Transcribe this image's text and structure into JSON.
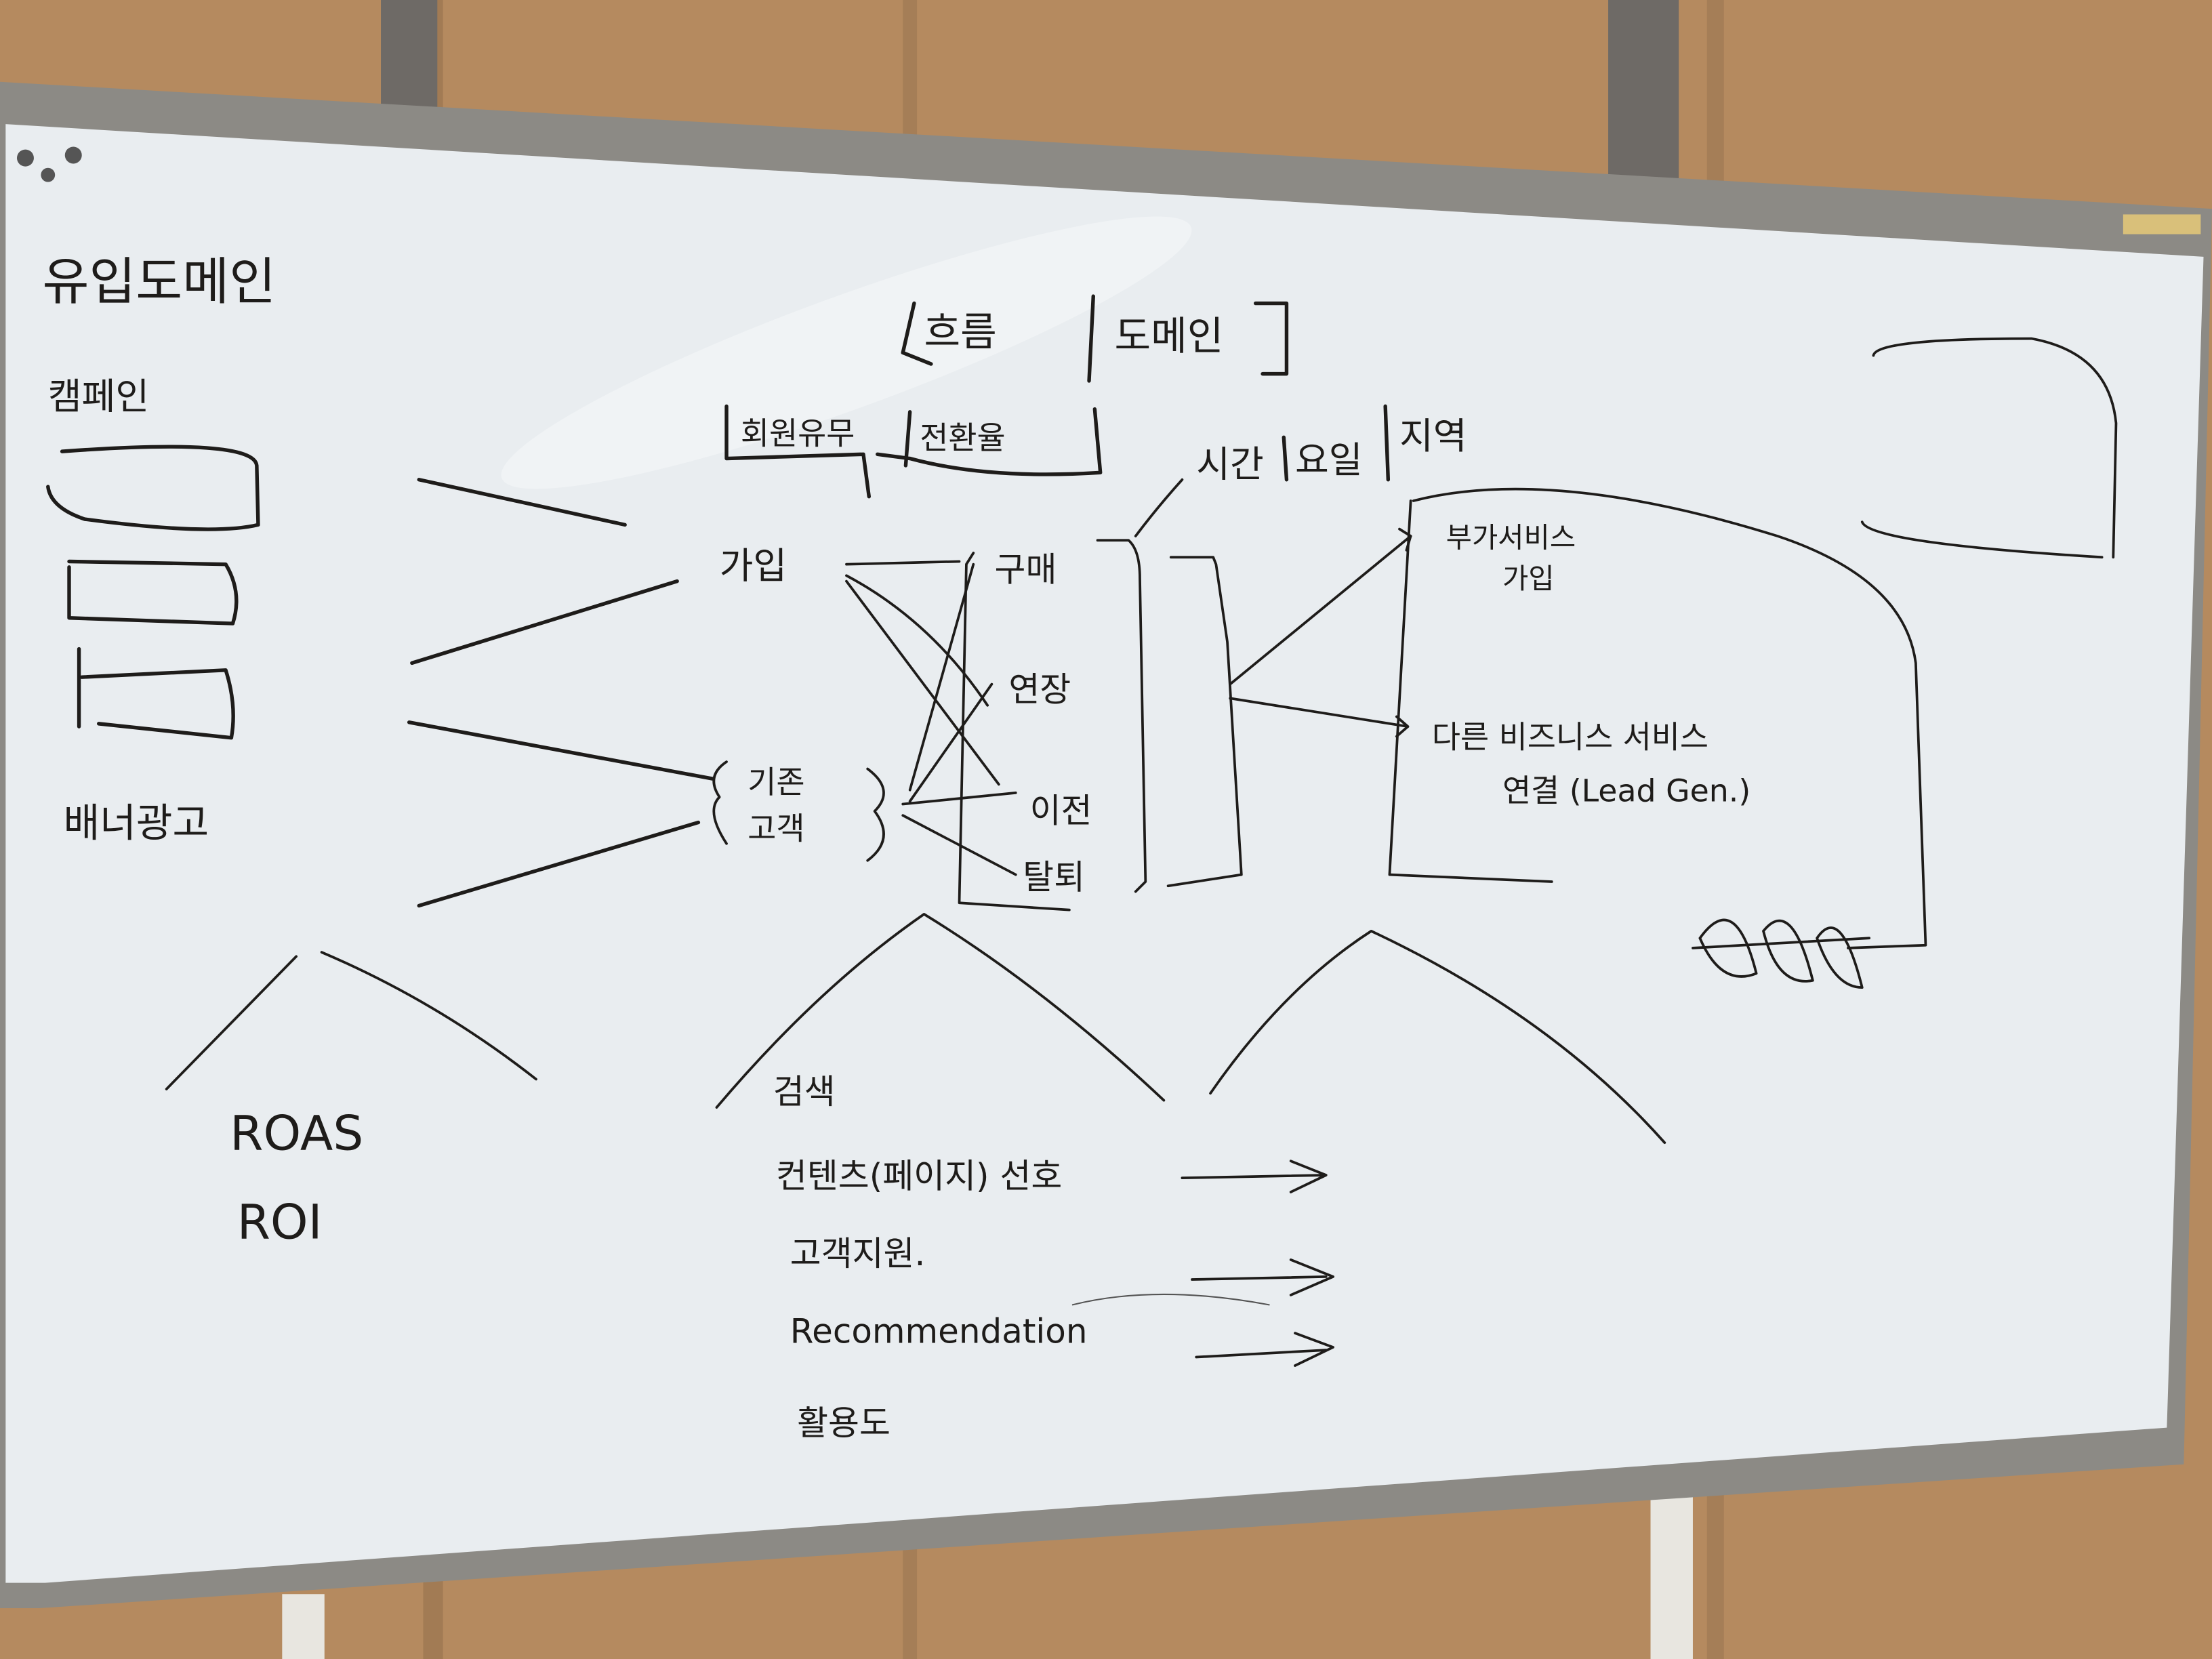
{
  "colors": {
    "wall_wood": "#b58a5f",
    "board_frame": "#8c8a85",
    "board_surface": "#e9edf0",
    "ink": "#1e1c1a"
  },
  "left": {
    "title": "유입도메인",
    "campaign_label": "캠페인",
    "banner_label": "배너광고",
    "metrics": [
      "ROAS",
      "ROI"
    ]
  },
  "header": {
    "flow_domain": {
      "left": "흐름",
      "right": "도메인"
    },
    "member_conversion": {
      "left": "회원유무",
      "right": "전환율"
    },
    "time_day_region": [
      "시간",
      "요일",
      "지역"
    ]
  },
  "middle": {
    "signup": "가입",
    "existing_customer": [
      "기존",
      "고객"
    ],
    "actions": [
      "구매",
      "연장",
      "이전",
      "탈퇴"
    ]
  },
  "right": {
    "addon_service": [
      "부가서비스",
      "가입"
    ],
    "other_business": [
      "다른 비즈니스 서비스",
      "연결 (Lead Gen.)"
    ]
  },
  "bottom_list": [
    "검색",
    "컨텐츠(페이지) 선호",
    "고객지원.",
    "Recommendation",
    "활용도"
  ]
}
